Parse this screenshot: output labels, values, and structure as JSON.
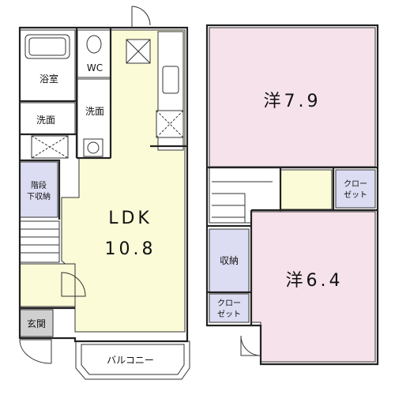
{
  "floor1": {
    "bath": "浴室",
    "wc": "WC",
    "washroom": "洗面",
    "washbasin": "洗面",
    "stair_storage_line1": "階段",
    "stair_storage_line2": "下収納",
    "ldk_line1": "LDK",
    "ldk_line2": "10.8",
    "entrance": "玄関",
    "balcony": "バルコニー"
  },
  "floor2": {
    "room_a": "洋7.9",
    "room_b": "洋6.4",
    "closet_a_line1": "クロー",
    "closet_a_line2": "ゼット",
    "storage": "収納",
    "closet_b_line1": "クロー",
    "closet_b_line2": "ゼット"
  },
  "colors": {
    "ldk_fill": "#fbfbd8",
    "bedroom_fill": "#f6e2ea",
    "closet_fill": "#dcdcf2",
    "entrance_fill": "#d0d0d0",
    "corridor_fill": "#fbfbd8",
    "wet_fill": "#ffffff"
  }
}
